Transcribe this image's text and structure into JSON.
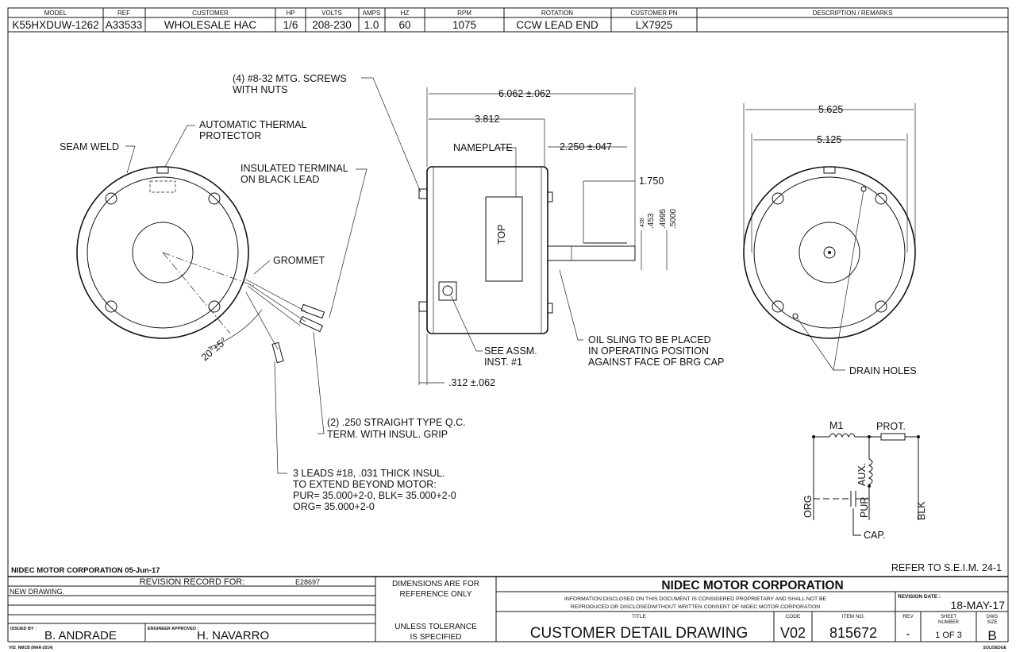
{
  "spec_table": {
    "headers": [
      "MODEL",
      "REF",
      "CUSTOMER",
      "HP",
      "VOLTS",
      "AMPS",
      "HZ",
      "RPM",
      "ROTATION",
      "CUSTOMER PN",
      "DESCRIPTION / REMARKS"
    ],
    "values": [
      "K55HXDUW-1262",
      "A33533",
      "WHOLESALE HAC",
      "1/6",
      "208-230",
      "1.0",
      "60",
      "1075",
      "CCW LEAD END",
      "LX7925",
      ""
    ]
  },
  "left_view": {
    "seam_weld": "SEAM WELD",
    "thermal_1": "AUTOMATIC THERMAL",
    "thermal_2": "PROTECTOR",
    "terminal_1": "INSULATED TERMINAL",
    "terminal_2": "ON BLACK LEAD",
    "grommet": "GROMMET",
    "angle": "20°±5°",
    "qc_1": "(2) .250 STRAIGHT TYPE Q.C.",
    "qc_2": "TERM. WITH INSUL. GRIP",
    "leads_1": "3 LEADS #18, .031 THICK INSUL.",
    "leads_2": "TO EXTEND BEYOND MOTOR:",
    "leads_3": "PUR= 35.000+2-0, BLK= 35.000+2-0",
    "leads_4": "ORG= 35.000+2-0"
  },
  "side_view": {
    "screws_1": "(4) #8-32 MTG. SCREWS",
    "screws_2": "WITH NUTS",
    "dim_overall": "6.062 ±.062",
    "dim_body": "3.812",
    "nameplate": "NAMEPLATE",
    "dim_shaft": "2.250 ±.047",
    "dim_flat": "1.750",
    "dia_1": ".438",
    "dia_2": ".453",
    "dia_3": ".4995",
    "dia_4": ".5000",
    "top": "TOP",
    "assm_1": "SEE ASSM.",
    "assm_2": "INST. #1",
    "dim_stud": ".312 ±.062",
    "oil_1": "OIL SLING TO BE PLACED",
    "oil_2": "IN OPERATING POSITION",
    "oil_3": "AGAINST FACE OF BRG CAP"
  },
  "right_view": {
    "dim_outer": "5.625",
    "dim_inner": "5.125",
    "drain": "DRAIN HOLES"
  },
  "schematic": {
    "m1": "M1",
    "prot": "PROT.",
    "aux": "AUX.",
    "org": "ORG",
    "pur": "PUR",
    "blk": "BLK",
    "cap": "CAP."
  },
  "footer": {
    "company_date": "NIDEC MOTOR CORPORATION 05-Jun-17",
    "refer": "REFER TO S.E.I.M. 24-1",
    "revision_record": "REVISION RECORD FOR:",
    "revision_id": "E28697",
    "revision_line_1": "NEW DRAWING.",
    "issued_by_label": "ISSUED BY :",
    "issued_by": "B. ANDRADE",
    "engineer_label": "ENGINEER APPROVED :",
    "engineer": "H. NAVARRO",
    "dims_1": "DIMENSIONS ARE FOR",
    "dims_2": "REFERENCE ONLY",
    "tol_1": "UNLESS TOLERANCE",
    "tol_2": "IS SPECIFIED",
    "company": "NIDEC MOTOR CORPORATION",
    "info_1": "INFORMATION DISCLOSED ON THIS DOCUMENT IS CONSIDERED PROPRIETARY AND SHALL NOT BE",
    "info_2": "REPRODUCED OR DISCLOSEDWITHOUT WRITTEN CONSENT OF NIDEC MOTOR CORPORATION",
    "revision_date_label": "REVISION DATE :",
    "revision_date": "18-MAY-17",
    "title_label": "TITLE",
    "title": "CUSTOMER  DETAIL  DRAWING",
    "code_label": "CODE",
    "code": "V02",
    "item_label": "ITEM NO.",
    "item": "815672",
    "rev_label": "REV",
    "rev": "-",
    "sheet_label_1": "SHEET",
    "sheet_label_2": "NUMBER",
    "sheet": "1  OF  3",
    "size_label_1": "DWG",
    "size_label_2": "SIZE",
    "size": "B",
    "form": "V02_NMCB (MAR-2014)",
    "solidedge": "SOLIDEDGE"
  }
}
